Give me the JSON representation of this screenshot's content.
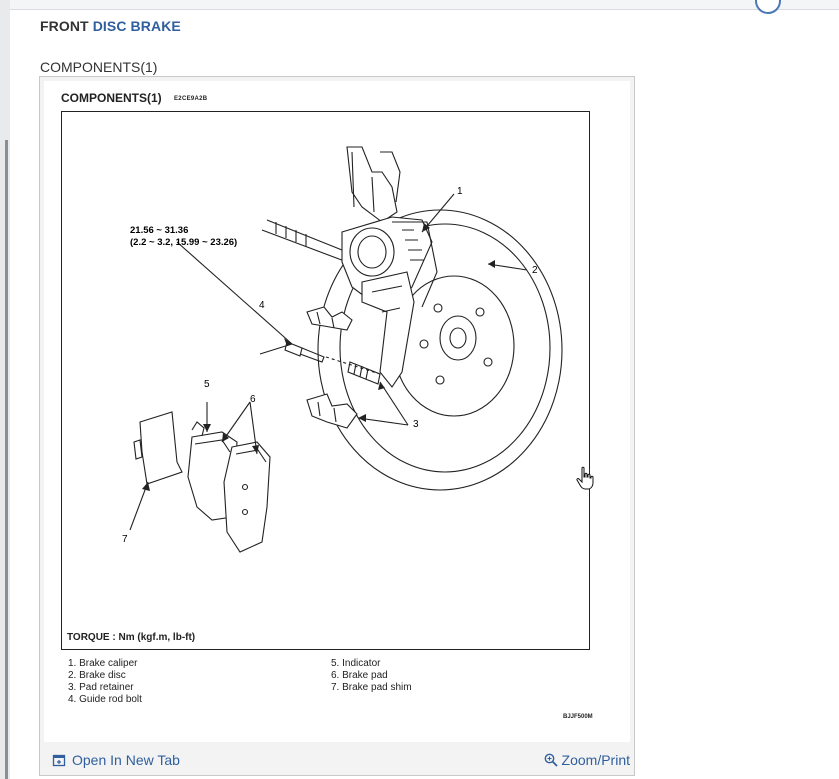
{
  "page": {
    "title_part1": "FRONT",
    "title_part2": "DISC BRAKE",
    "subtitle": "COMPONENTS(1)"
  },
  "figure": {
    "heading": "COMPONENTS(1)",
    "code": "E2CE9A2B",
    "torque_spec_line1": "21.56 ~ 31.36",
    "torque_spec_line2": "(2.2 ~ 3.2, 15.99 ~ 23.26)",
    "torque_note": "TORQUE : Nm (kgf.m, lb-ft)",
    "callouts": [
      "1",
      "2",
      "3",
      "4",
      "5",
      "6",
      "7"
    ],
    "legend_left": [
      "1. Brake caliper",
      "2. Brake disc",
      "3. Pad retainer",
      "4. Guide rod bolt"
    ],
    "legend_right": [
      "5. Indicator",
      "6. Brake pad",
      "7. Brake pad shim"
    ],
    "figure_code": "BJJF500M"
  },
  "footer": {
    "open_label": "Open In New Tab",
    "zoom_label": "Zoom/Print",
    "open_icon": "open-new-tab-icon",
    "zoom_icon": "zoom-magnifier-icon"
  },
  "colors": {
    "link": "#2f5f9e",
    "text": "#222222",
    "frame_border": "#c9c9c9"
  }
}
